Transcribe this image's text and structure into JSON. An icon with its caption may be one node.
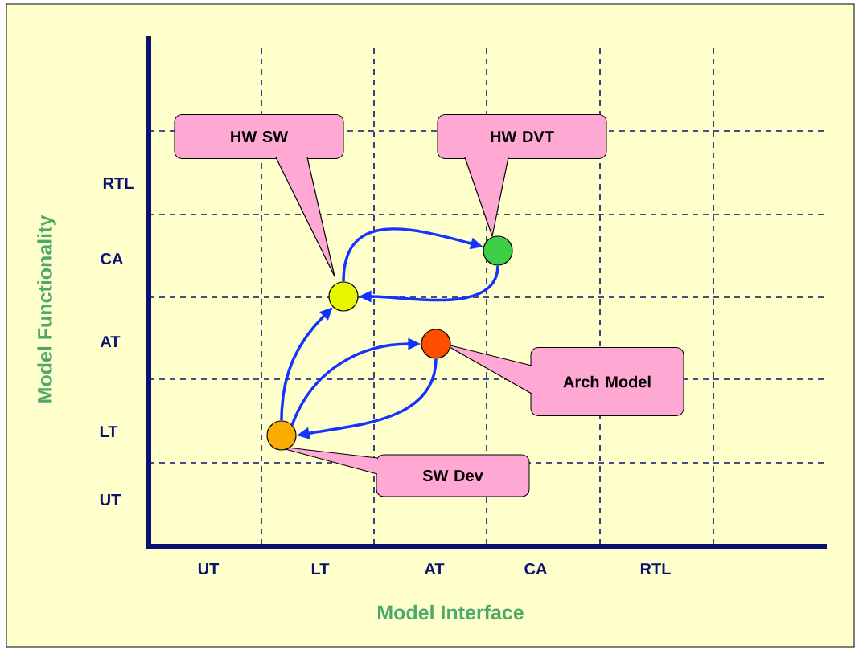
{
  "diagram": {
    "nodes": [
      {
        "text": [
          "HW SW"
        ]
      },
      {
        "text": [
          "HW DVT"
        ]
      },
      {
        "text": [
          "Arch Model"
        ]
      },
      {
        "text": [
          "SW Dev"
        ]
      },
      {
        "text": [],
        "shape": "circle"
      },
      {
        "text": [],
        "shape": "circle"
      },
      {
        "text": [],
        "shape": "circle"
      },
      {
        "text": [],
        "shape": "circle"
      }
    ],
    "edges": [
      {
        "from": 4,
        "to": 5,
        "arrow": "to"
      },
      {
        "from": 5,
        "to": 4,
        "arrow": "to"
      },
      {
        "from": 7,
        "to": 4,
        "arrow": "to"
      },
      {
        "from": 7,
        "to": 6,
        "arrow": "to"
      },
      {
        "from": 6,
        "to": 7,
        "arrow": "to"
      }
    ],
    "labels": [
      "RTL",
      "CA",
      "AT",
      "LT",
      "UT",
      "Model Functionality",
      "UT",
      "LT",
      "AT",
      "CA",
      "RTL",
      "Model Interface"
    ]
  }
}
